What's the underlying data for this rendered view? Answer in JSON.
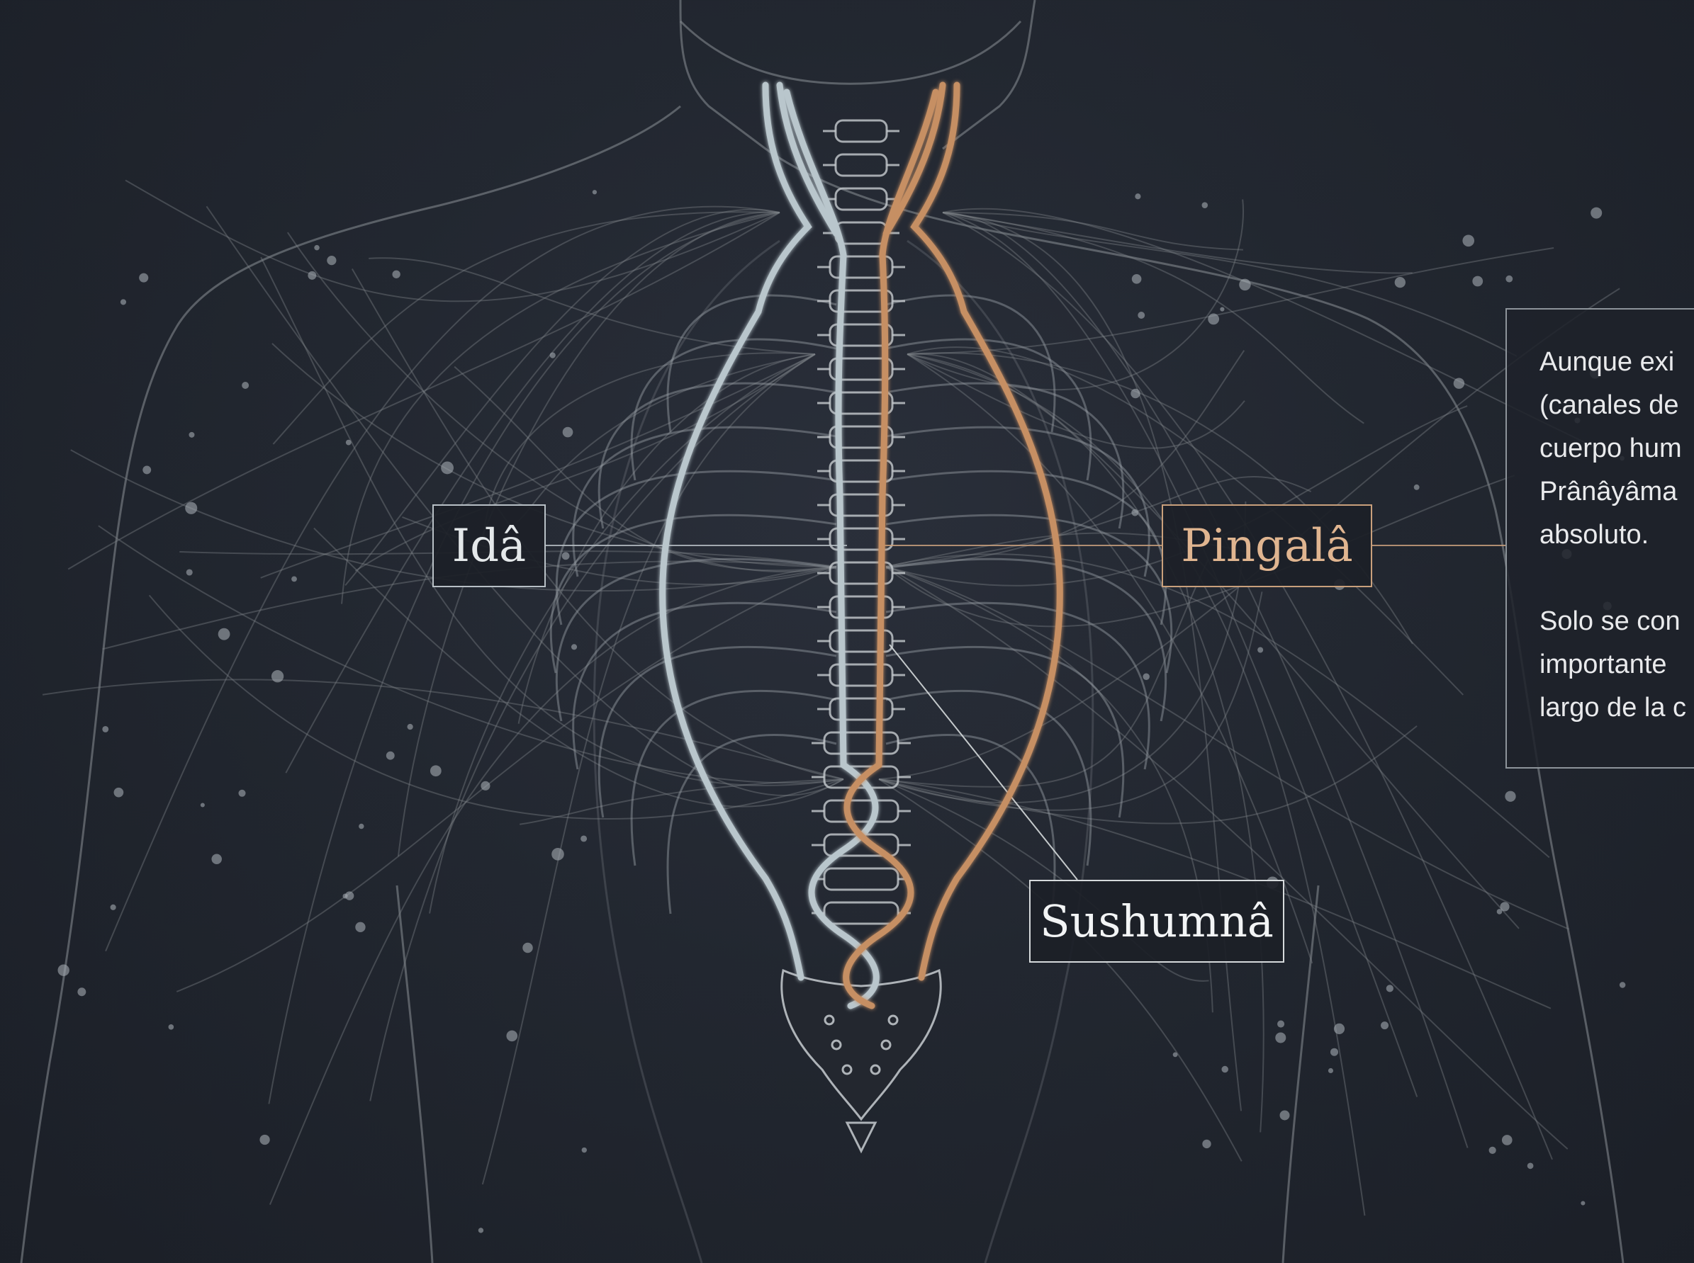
{
  "labels": {
    "ida": "Idâ",
    "pingala": "Pingalâ",
    "sushumna": "Sushumnâ"
  },
  "info_panel": {
    "paragraph_1": [
      "Aunque exi",
      "(canales de",
      "cuerpo hum",
      "Prânâyâma",
      "absoluto."
    ],
    "paragraph_2": [
      "Solo se con",
      "importante",
      "largo de la c"
    ]
  },
  "colors": {
    "background": "#222730",
    "ida_channel": "#b9c6cc",
    "pingala_channel": "#c68f63",
    "sushumna_channel": "#eef1f2",
    "nerve_lines": "#7c8288"
  }
}
